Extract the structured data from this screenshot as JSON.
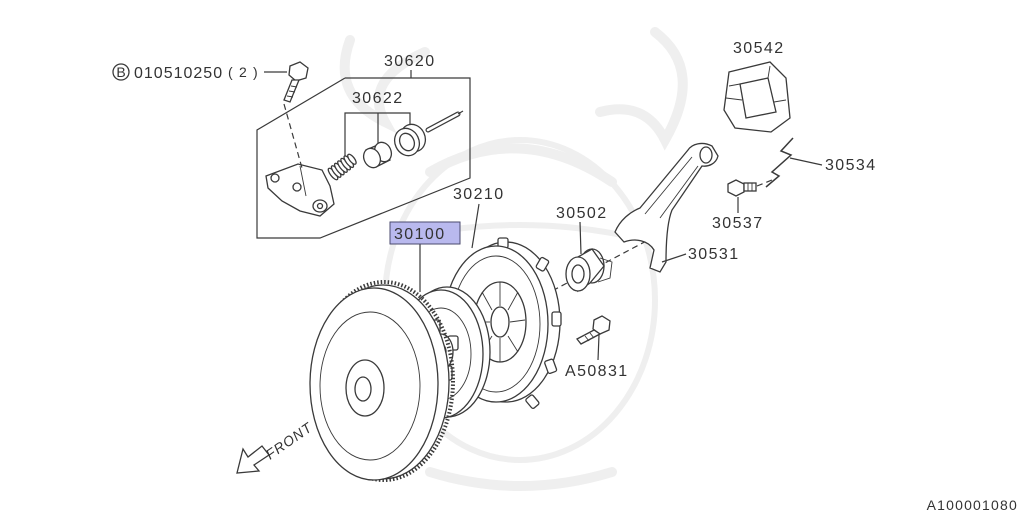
{
  "bolt_callout": {
    "symbol": "B",
    "part_number": "010510250",
    "quantity": "( 2 )"
  },
  "callouts": {
    "p30620": "30620",
    "p30622": "30622",
    "p30210": "30210",
    "p30100": "30100",
    "p30542": "30542",
    "p30534": "30534",
    "p30502": "30502",
    "p30537": "30537",
    "p30531": "30531",
    "pA50831": "A50831"
  },
  "front_label": "FRONT",
  "figure_code": "A100001080",
  "colors": {
    "line": "#3a3a3a",
    "highlight_fill": "#b9b9ee",
    "highlight_border": "#4a4a6e",
    "watermark": "#efefef"
  }
}
